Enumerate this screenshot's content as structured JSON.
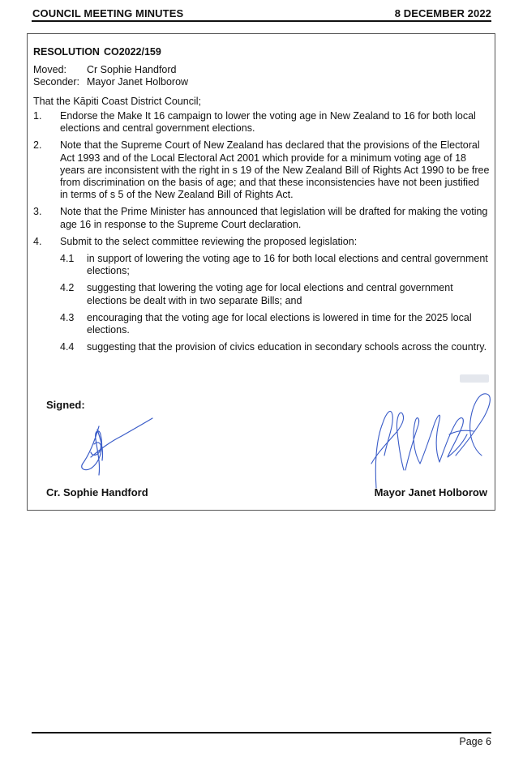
{
  "header": {
    "title": "COUNCIL MEETING MINUTES",
    "date": "8 DECEMBER 2022"
  },
  "resolution": {
    "label": "RESOLUTION",
    "number": "CO2022/159",
    "moved_label": "Moved:",
    "moved_by": "Cr Sophie Handford",
    "seconder_label": "Seconder:",
    "seconder": "Mayor Janet Holborow",
    "intro": "That the Kāpiti Coast District Council;",
    "items": [
      {
        "num": "1.",
        "text": "Endorse the Make It 16 campaign to lower the voting age in New Zealand to 16 for both local elections and central government elections."
      },
      {
        "num": "2.",
        "text": "Note that the Supreme Court of New Zealand has declared that the provisions of the Electoral Act 1993 and of the Local Electoral Act 2001 which provide for a minimum voting age of 18 years are inconsistent with the right in s 19 of the New Zealand Bill of Rights Act 1990 to be free from discrimination on the basis of age; and that these inconsistencies have not been justified in terms of s 5 of the New Zealand Bill of Rights Act."
      },
      {
        "num": "3.",
        "text": "Note that the Prime Minister has announced that legislation will be drafted for making the voting age 16 in response to the Supreme Court declaration."
      },
      {
        "num": "4.",
        "text": "Submit to the select committee reviewing the proposed legislation:"
      }
    ],
    "subitems": [
      {
        "num": "4.1",
        "text": "in support of lowering the voting age to 16 for both local elections and central government elections;"
      },
      {
        "num": "4.2",
        "text": "suggesting that lowering the voting age for local elections and central government elections be dealt with in two separate Bills; and"
      },
      {
        "num": "4.3",
        "text": "encouraging that the voting age for local elections is lowered in time for the 2025 local elections."
      },
      {
        "num": "4.4",
        "text": "suggesting that the provision of civics education in secondary schools across the country."
      }
    ]
  },
  "signatures": {
    "signed_label": "Signed:",
    "left_name": "Cr. Sophie Handford",
    "right_name": "Mayor Janet Holborow",
    "ink_color": "#3a5cc8"
  },
  "footer": {
    "page": "Page 6"
  }
}
